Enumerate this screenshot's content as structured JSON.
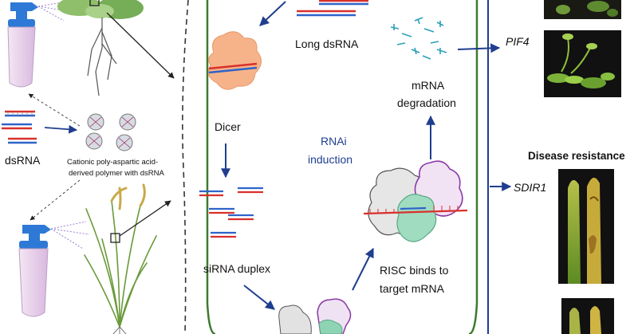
{
  "left_panel": {
    "dsrna_label": "dsRNA",
    "polymer_caption_lines": [
      "Cationic poly-aspartic acid-",
      "derived polymer with dsRNA"
    ]
  },
  "cell": {
    "long_dsrna_label": "Long dsRNA",
    "dicer_label": "Dicer",
    "rnai_label_lines": [
      "RNAi",
      "induction"
    ],
    "sirna_label": "siRNA  duplex",
    "risc_label_lines": [
      "RISC binds to",
      "target mRNA"
    ],
    "mrna_degradation_lines": [
      "mRNA",
      "degradation"
    ]
  },
  "right_panel": {
    "pif4_label": "PIF4",
    "disease_resistance_label": "Disease resistance",
    "sdir1_label": "SDIR1"
  },
  "colors": {
    "arrow_blue": "#1f3e8f",
    "strand_red": "#d9302c",
    "strand_blue": "#2f63c9",
    "dicer_orange": "#f6b38a",
    "risc_purple": "#8b3aa6",
    "risc_green": "#8fd3b5",
    "cell_border": "#3d7a2e"
  }
}
